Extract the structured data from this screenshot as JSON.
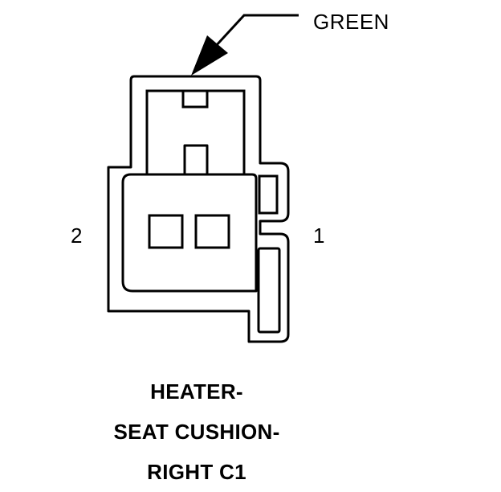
{
  "callout": {
    "label": "GREEN"
  },
  "pins": {
    "left_label": "2",
    "right_label": "1"
  },
  "title": {
    "line1": "HEATER-",
    "line2": "SEAT CUSHION-",
    "line3": "RIGHT C1"
  },
  "colors": {
    "stroke": "#000000",
    "background": "#ffffff"
  },
  "icons": {
    "callout_arrow": "arrow-head-icon"
  }
}
